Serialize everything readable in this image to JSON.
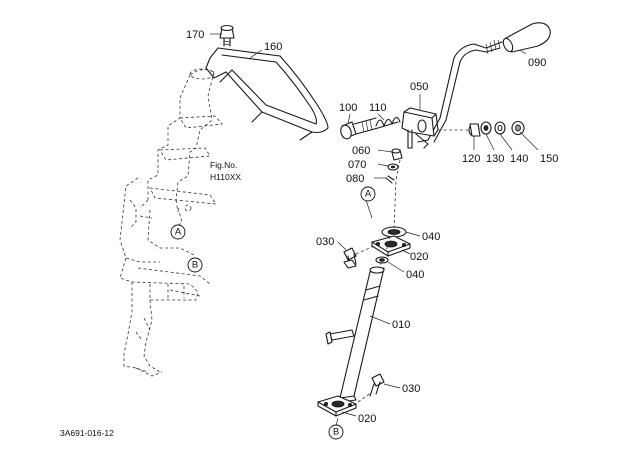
{
  "parts": [
    {
      "id": "p170",
      "label": "170"
    },
    {
      "id": "p160",
      "label": "160"
    },
    {
      "id": "p090",
      "label": "090"
    },
    {
      "id": "p050",
      "label": "050"
    },
    {
      "id": "p100",
      "label": "100"
    },
    {
      "id": "p110",
      "label": "110"
    },
    {
      "id": "p120",
      "label": "120"
    },
    {
      "id": "p130",
      "label": "130"
    },
    {
      "id": "p140",
      "label": "140"
    },
    {
      "id": "p150",
      "label": "150"
    },
    {
      "id": "p060",
      "label": "060"
    },
    {
      "id": "p070",
      "label": "070"
    },
    {
      "id": "p080",
      "label": "080"
    },
    {
      "id": "p040a",
      "label": "040"
    },
    {
      "id": "p030a",
      "label": "030"
    },
    {
      "id": "p020a",
      "label": "020"
    },
    {
      "id": "p040b",
      "label": "040"
    },
    {
      "id": "p010",
      "label": "010"
    },
    {
      "id": "p030b",
      "label": "030"
    },
    {
      "id": "p020b",
      "label": "020"
    }
  ],
  "figure_ref": {
    "line1": "Fig.No.",
    "line2": "H110XX"
  },
  "refs": {
    "a": "A",
    "b": "B"
  },
  "drawing_number": "3A691-016-12"
}
